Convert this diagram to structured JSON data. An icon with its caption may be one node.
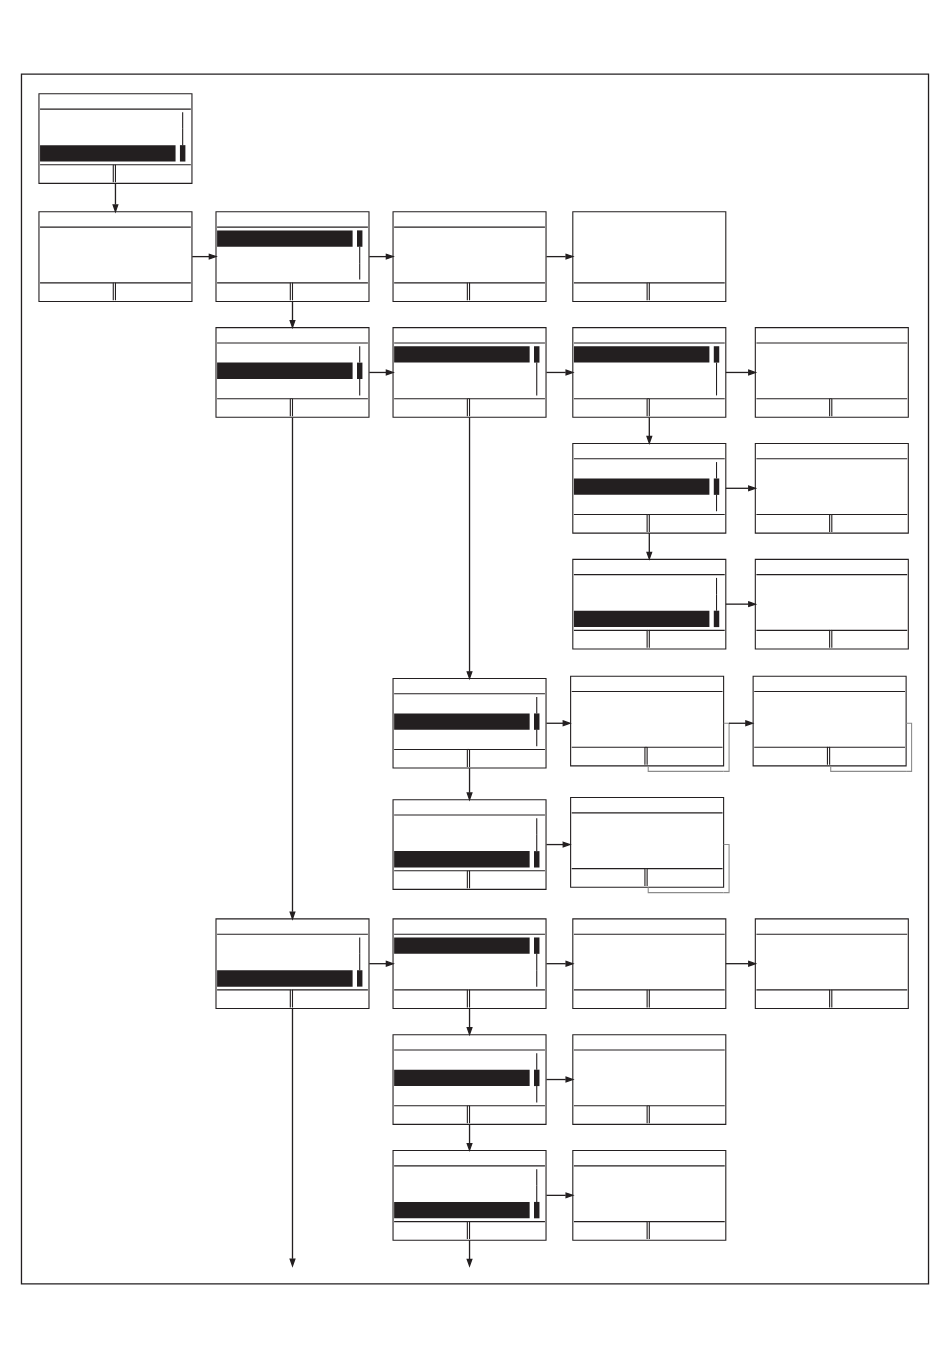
{
  "diagram": {
    "nodes": [
      {
        "text": [],
        "shape": "box"
      },
      {
        "text": [],
        "shape": "box",
        "in": 0
      },
      {
        "text": [],
        "shape": "box",
        "in": 0
      },
      {
        "text": [],
        "shape": "box",
        "in": 0
      },
      {
        "text": [],
        "shape": "box",
        "in": 0
      },
      {
        "text": [],
        "shape": "box",
        "in": 0
      },
      {
        "text": [],
        "shape": "box",
        "in": 0
      },
      {
        "text": [],
        "shape": "box",
        "in": 0
      },
      {
        "text": [],
        "shape": "box",
        "in": 0
      },
      {
        "text": [],
        "shape": "box",
        "in": 0
      },
      {
        "text": [],
        "shape": "box",
        "in": 0
      },
      {
        "text": [],
        "shape": "box",
        "in": 0
      },
      {
        "text": [],
        "shape": "box",
        "in": 0
      },
      {
        "text": [],
        "shape": "box",
        "in": 0
      },
      {
        "text": [],
        "shape": "box",
        "in": 0
      },
      {
        "text": [],
        "shape": "box",
        "in": 0
      },
      {
        "text": [],
        "shape": "box",
        "in": 0
      },
      {
        "text": [],
        "shape": "box",
        "in": 0
      },
      {
        "text": [],
        "shape": "box",
        "in": 0
      },
      {
        "text": [],
        "shape": "box",
        "in": 0
      },
      {
        "text": [],
        "shape": "box",
        "in": 0
      },
      {
        "text": [],
        "shape": "box",
        "in": 0
      },
      {
        "text": [],
        "shape": "box",
        "in": 0
      },
      {
        "text": [],
        "shape": "box",
        "in": 0
      },
      {
        "text": [],
        "shape": "box",
        "in": 0
      },
      {
        "text": [],
        "shape": "box",
        "in": 0
      },
      {
        "text": [],
        "shape": "box",
        "in": 0
      }
    ],
    "edges": [
      {
        "from": 1,
        "to": 2,
        "arrow": "to"
      },
      {
        "from": 2,
        "to": 3,
        "arrow": "to"
      },
      {
        "from": 3,
        "to": 4,
        "arrow": "to"
      },
      {
        "from": 4,
        "to": 5,
        "arrow": "to"
      },
      {
        "from": 3,
        "to": 6,
        "arrow": "to"
      },
      {
        "from": 6,
        "to": 7,
        "arrow": "to"
      },
      {
        "from": 7,
        "to": 8,
        "arrow": "to"
      },
      {
        "from": 8,
        "to": 9,
        "arrow": "to"
      },
      {
        "from": 8,
        "to": 10,
        "arrow": "to"
      },
      {
        "from": 10,
        "to": 11,
        "arrow": "to"
      },
      {
        "from": 10,
        "to": 12,
        "arrow": "to"
      },
      {
        "from": 12,
        "to": 13,
        "arrow": "to"
      },
      {
        "from": 6,
        "to": 19,
        "arrow": "to"
      },
      {
        "from": 7,
        "to": 14,
        "arrow": "to"
      },
      {
        "from": 14,
        "to": 15,
        "arrow": "to"
      },
      {
        "from": 15,
        "to": 16,
        "arrow": "to"
      },
      {
        "from": 14,
        "to": 17,
        "arrow": "to"
      },
      {
        "from": 17,
        "to": 18,
        "arrow": "to"
      },
      {
        "from": 19,
        "to": 20,
        "arrow": "to"
      },
      {
        "from": 20,
        "to": 21,
        "arrow": "to"
      },
      {
        "from": 21,
        "to": 22,
        "arrow": "to"
      },
      {
        "from": 20,
        "to": 23,
        "arrow": "to"
      },
      {
        "from": 23,
        "to": 24,
        "arrow": "to"
      },
      {
        "from": 23,
        "to": 25,
        "arrow": "to"
      },
      {
        "from": 25,
        "to": 26,
        "arrow": "to"
      },
      {
        "from": 19,
        "to": null,
        "arrow": "to"
      },
      {
        "from": 25,
        "to": null,
        "arrow": "to"
      }
    ]
  }
}
